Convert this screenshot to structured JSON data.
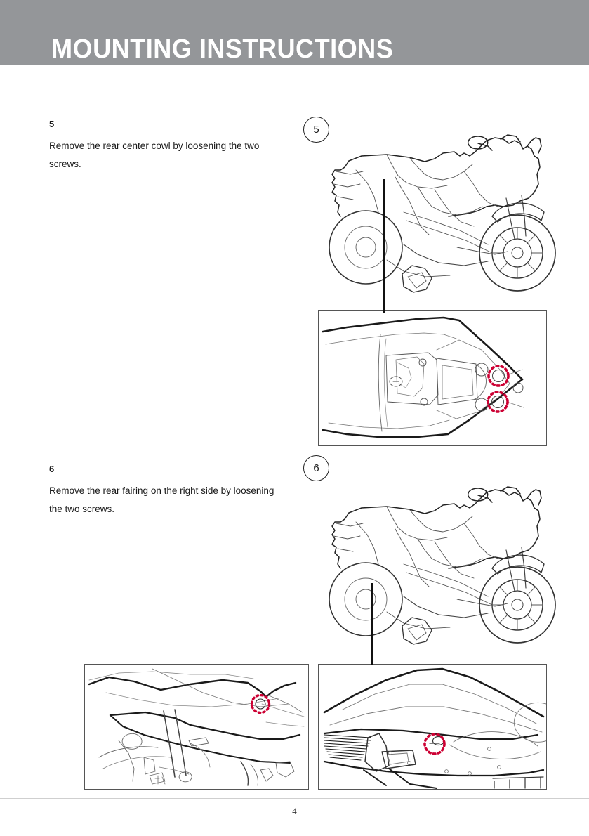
{
  "document": {
    "header_title": "MOUNTING INSTRUCTIONS",
    "header_band_color": "#949699",
    "page_number": "4",
    "accent_marker_color": "#cc0033",
    "line_art_color": "#222222"
  },
  "steps": [
    {
      "number": "5",
      "marker": "5",
      "text": "Remove the rear center cowl by loosening the two screws.",
      "illustration": "motorcycle-side-view-line-art",
      "detail_views": [
        {
          "name": "rear-center-cowl-top-view",
          "highlight_count": 2,
          "highlight_label": "screw-location"
        }
      ]
    },
    {
      "number": "6",
      "marker": "6",
      "text": "Remove the rear fairing on the right side by loosening the two screws.",
      "illustration": "motorcycle-side-view-line-art",
      "detail_views": [
        {
          "name": "rear-fairing-underside-left",
          "highlight_count": 1,
          "highlight_label": "screw-location"
        },
        {
          "name": "rear-fairing-underside-right",
          "highlight_count": 1,
          "highlight_label": "screw-location"
        }
      ]
    }
  ]
}
